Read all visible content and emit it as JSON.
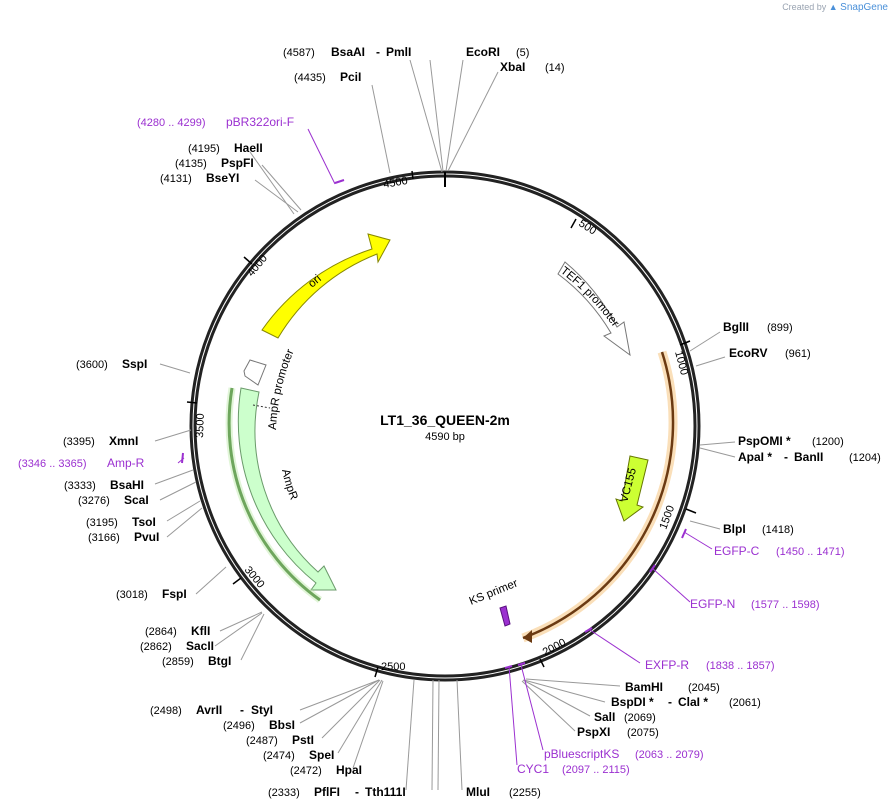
{
  "credit": {
    "prefix": "Created by",
    "brand": "SnapGene"
  },
  "plasmid": {
    "name": "LT1_36_QUEEN-2m",
    "length_label": "4590 bp",
    "length": 4590
  },
  "tick_labels": [
    "500",
    "1000",
    "1500",
    "2000",
    "2500",
    "3000",
    "3500",
    "4000",
    "4500"
  ],
  "sites": [
    {
      "pos": "(4587)",
      "name": "BsaAI",
      "extra": "PmlI"
    },
    {
      "pos": "(4435)",
      "name": "PciI"
    },
    {
      "name": "EcoRI",
      "pos": "(5)"
    },
    {
      "name": "XbaI",
      "pos": "(14)"
    },
    {
      "pos": "(4195)",
      "name": "HaeII"
    },
    {
      "pos": "(4135)",
      "name": "PspFI"
    },
    {
      "pos": "(4131)",
      "name": "BseYI"
    },
    {
      "name": "BglII",
      "pos": "(899)"
    },
    {
      "name": "EcoRV",
      "pos": "(961)"
    },
    {
      "name": "PspOMI *",
      "pos": "(1200)"
    },
    {
      "name": "ApaI *",
      "extra": "BanII",
      "pos": "(1204)"
    },
    {
      "name": "BlpI",
      "pos": "(1418)"
    },
    {
      "pos": "(3600)",
      "name": "SspI"
    },
    {
      "pos": "(3395)",
      "name": "XmnI"
    },
    {
      "pos": "(3333)",
      "name": "BsaHI"
    },
    {
      "pos": "(3276)",
      "name": "ScaI"
    },
    {
      "pos": "(3195)",
      "name": "TsoI"
    },
    {
      "pos": "(3166)",
      "name": "PvuI"
    },
    {
      "pos": "(3018)",
      "name": "FspI"
    },
    {
      "pos": "(2864)",
      "name": "KflI"
    },
    {
      "pos": "(2862)",
      "name": "SacII"
    },
    {
      "pos": "(2859)",
      "name": "BtgI"
    },
    {
      "name": "BamHI",
      "pos": "(2045)"
    },
    {
      "name": "BspDI *",
      "extra": "ClaI *",
      "pos": "(2061)"
    },
    {
      "name": "SalI",
      "pos": "(2069)"
    },
    {
      "name": "PspXI",
      "pos": "(2075)"
    },
    {
      "pos": "(2498)",
      "name": "AvrII",
      "extra": "StyI"
    },
    {
      "pos": "(2496)",
      "name": "BbsI"
    },
    {
      "pos": "(2487)",
      "name": "PstI"
    },
    {
      "pos": "(2474)",
      "name": "SpeI"
    },
    {
      "pos": "(2472)",
      "name": "HpaI"
    },
    {
      "pos": "(2333)",
      "name": "PflFI",
      "extra": "Tth111I"
    },
    {
      "name": "MluI",
      "pos": "(2255)"
    }
  ],
  "primers": [
    {
      "range": "(4280 .. 4299)",
      "name": "pBR322ori-F"
    },
    {
      "name": "EGFP-C",
      "range": "(1450 .. 1471)"
    },
    {
      "name": "EGFP-N",
      "range": "(1577 .. 1598)"
    },
    {
      "name": "EXFP-R",
      "range": "(1838 .. 1857)"
    },
    {
      "name": "pBluescriptKS",
      "range": "(2063 .. 2079)"
    },
    {
      "name": "CYC1",
      "range": "(2097 .. 2115)"
    },
    {
      "range": "(3346 .. 3365)",
      "name": "Amp-R"
    }
  ],
  "features": [
    {
      "name": "ori",
      "color": "#ffff00"
    },
    {
      "name": "TEF1 promoter",
      "color": "#ffffff"
    },
    {
      "name": "AmpR promoter",
      "color": "#ffffff"
    },
    {
      "name": "AmpR",
      "color": "#ccffcc"
    },
    {
      "name": "VC155",
      "color": "#ccff33"
    },
    {
      "name": "KS primer",
      "color": "#9b30d0"
    }
  ]
}
